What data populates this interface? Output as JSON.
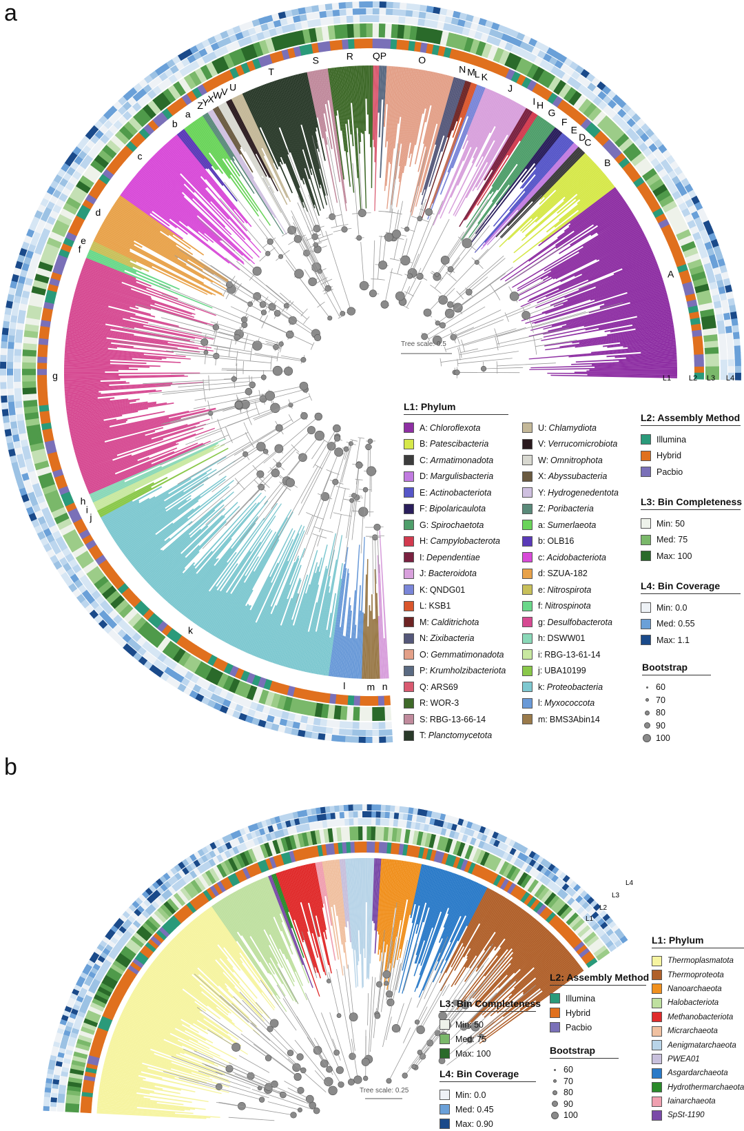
{
  "panel_a": {
    "letter": "a",
    "tree_scale": "Tree scale: 0.5",
    "ring_labels": [
      "L1",
      "L2",
      "L3",
      "L4"
    ],
    "clade_letters": [
      "A",
      "B",
      "C",
      "D",
      "E",
      "F",
      "G",
      "H",
      "I",
      "J",
      "K",
      "L",
      "M",
      "N",
      "O",
      "P",
      "Q",
      "R",
      "S",
      "T",
      "U",
      "V",
      "W",
      "X",
      "Y",
      "Z",
      "a",
      "b",
      "c",
      "d",
      "e",
      "f",
      "g",
      "h",
      "i",
      "j",
      "l",
      "m",
      "n"
    ],
    "legend_phylum": {
      "title": "L1: Phylum",
      "items": [
        {
          "code": "A:",
          "name": "Chloroflexota",
          "italic": true,
          "color": "#8e2fa3"
        },
        {
          "code": "B:",
          "name": "Patescibacteria",
          "italic": true,
          "color": "#d6e84a"
        },
        {
          "code": "C:",
          "name": "Armatimonadota",
          "italic": true,
          "color": "#3c3c3c"
        },
        {
          "code": "D:",
          "name": "Margulisbacteria",
          "italic": true,
          "color": "#c17be0"
        },
        {
          "code": "E:",
          "name": "Actinobacteriota",
          "italic": true,
          "color": "#5656c8"
        },
        {
          "code": "F:",
          "name": "Bipolaricaulota",
          "italic": true,
          "color": "#2a1e5c"
        },
        {
          "code": "G:",
          "name": "Spirochaetota",
          "italic": true,
          "color": "#4e9e6a"
        },
        {
          "code": "H:",
          "name": "Campylobacterota",
          "italic": true,
          "color": "#d23a4e"
        },
        {
          "code": "I:",
          "name": "Dependentiae",
          "italic": true,
          "color": "#7a2140"
        },
        {
          "code": "J:",
          "name": "Bacteroidota",
          "italic": true,
          "color": "#d8a0dc"
        },
        {
          "code": "K:",
          "name": "QNDG01",
          "italic": false,
          "color": "#7a86d8"
        },
        {
          "code": "L:",
          "name": "KSB1",
          "italic": false,
          "color": "#d9562c"
        },
        {
          "code": "M:",
          "name": "Calditrichota",
          "italic": true,
          "color": "#6e2424"
        },
        {
          "code": "N:",
          "name": "Zixibacteria",
          "italic": true,
          "color": "#55587a"
        },
        {
          "code": "O:",
          "name": "Gemmatimonadota",
          "italic": true,
          "color": "#e3a088"
        },
        {
          "code": "P:",
          "name": "Krumholzibacteriota",
          "italic": true,
          "color": "#5a6a82"
        },
        {
          "code": "Q:",
          "name": "ARS69",
          "italic": false,
          "color": "#d95a70"
        },
        {
          "code": "R:",
          "name": "WOR-3",
          "italic": false,
          "color": "#3f6a2a"
        },
        {
          "code": "S:",
          "name": "RBG-13-66-14",
          "italic": false,
          "color": "#c08a9c"
        },
        {
          "code": "T:",
          "name": "Planctomycetota",
          "italic": true,
          "color": "#2a3a2a"
        },
        {
          "code": "U:",
          "name": "Chlamydiota",
          "italic": true,
          "color": "#c4b898"
        },
        {
          "code": "V:",
          "name": "Verrucomicrobiota",
          "italic": true,
          "color": "#2a1a1e"
        },
        {
          "code": "W:",
          "name": "Omnitrophota",
          "italic": true,
          "color": "#d8d8d0"
        },
        {
          "code": "X:",
          "name": "Abyssubacteria",
          "italic": true,
          "color": "#6a5a40"
        },
        {
          "code": "Y:",
          "name": "Hydrogenedentota",
          "italic": true,
          "color": "#cfc0e0"
        },
        {
          "code": "Z:",
          "name": "Poribacteria",
          "italic": true,
          "color": "#5a8a7a"
        },
        {
          "code": "a:",
          "name": "Sumerlaeota",
          "italic": true,
          "color": "#6ad45a"
        },
        {
          "code": "b:",
          "name": "OLB16",
          "italic": false,
          "color": "#5a3ab8"
        },
        {
          "code": "c:",
          "name": "Acidobacteriota",
          "italic": true,
          "color": "#d84ad8"
        },
        {
          "code": "d:",
          "name": "SZUA-182",
          "italic": false,
          "color": "#e8a24a"
        },
        {
          "code": "e:",
          "name": "Nitrospirota",
          "italic": true,
          "color": "#c8c05a"
        },
        {
          "code": "f:",
          "name": "Nitrospinota",
          "italic": true,
          "color": "#6ad88a"
        },
        {
          "code": "g:",
          "name": "Desulfobacterota",
          "italic": true,
          "color": "#d64a92"
        },
        {
          "code": "h:",
          "name": "DSWW01",
          "italic": false,
          "color": "#8ad8b8"
        },
        {
          "code": "i:",
          "name": "RBG-13-61-14",
          "italic": false,
          "color": "#c8e8a0"
        },
        {
          "code": "j:",
          "name": "UBA10199",
          "italic": false,
          "color": "#8ac84a"
        },
        {
          "code": "k:",
          "name": "Proteobacteria",
          "italic": true,
          "color": "#7ec8d0"
        },
        {
          "code": "l:",
          "name": "Myxococcota",
          "italic": true,
          "color": "#6a9ad8"
        },
        {
          "code": "m:",
          "name": "BMS3Abin14",
          "italic": false,
          "color": "#9a7a4a"
        }
      ]
    },
    "legend_assembly": {
      "title": "L2: Assembly Method",
      "items": [
        {
          "name": "Illumina",
          "color": "#2a9a7a"
        },
        {
          "name": "Hybrid",
          "color": "#e0701e"
        },
        {
          "name": "Pacbio",
          "color": "#7a70b8"
        }
      ]
    },
    "legend_completeness": {
      "title": "L3: Bin Completeness",
      "items": [
        {
          "name": "Min: 50",
          "color": "#eef2ea"
        },
        {
          "name": "Med: 75",
          "color": "#7ab86a"
        },
        {
          "name": "Max: 100",
          "color": "#2a6a2a"
        }
      ]
    },
    "legend_coverage": {
      "title": "L4: Bin Coverage",
      "items": [
        {
          "name": "Min: 0.0",
          "color": "#eef2f6"
        },
        {
          "name": "Med: 0.55",
          "color": "#6aa0d8"
        },
        {
          "name": "Max: 1.1",
          "color": "#1a4a8a"
        }
      ]
    },
    "legend_bootstrap": {
      "title": "Bootstrap",
      "items": [
        "60",
        "70",
        "80",
        "90",
        "100"
      ]
    }
  },
  "panel_b": {
    "letter": "b",
    "tree_scale": "Tree scale: 0.25",
    "ring_labels": [
      "L1",
      "L2",
      "L3",
      "L4"
    ],
    "legend_phylum": {
      "title": "L1: Phylum",
      "items": [
        {
          "name": "Thermoplasmatota",
          "color": "#f6f4a0"
        },
        {
          "name": "Thermoproteota",
          "color": "#b0602a"
        },
        {
          "name": "Nanoarchaeota",
          "color": "#f0901e"
        },
        {
          "name": "Halobacteriota",
          "color": "#bfe0a0"
        },
        {
          "name": "Methanobacteriota",
          "color": "#e02a2a"
        },
        {
          "name": "Micrarchaeota",
          "color": "#f0c0a0"
        },
        {
          "name": "Aenigmatarchaeota",
          "color": "#b8d4e8"
        },
        {
          "name": "PWEA01",
          "color": "#c8c0dc"
        },
        {
          "name": "Asgardarchaeota",
          "color": "#2a7ac8"
        },
        {
          "name": "Hydrothermarchaeota",
          "color": "#2a8a2a"
        },
        {
          "name": "Iainarchaeota",
          "color": "#f0a0b0"
        },
        {
          "name": "SpSt-1190",
          "color": "#7a4aa8"
        }
      ]
    },
    "legend_assembly": {
      "title": "L2: Assembly Method",
      "items": [
        {
          "name": "Illumina",
          "color": "#2a9a7a"
        },
        {
          "name": "Hybrid",
          "color": "#e0701e"
        },
        {
          "name": "Pacbio",
          "color": "#7a70b8"
        }
      ]
    },
    "legend_completeness": {
      "title": "L3: Bin Completeness",
      "items": [
        {
          "name": "Min: 50",
          "color": "#eef2ea"
        },
        {
          "name": "Med: 75",
          "color": "#7ab86a"
        },
        {
          "name": "Max: 100",
          "color": "#2a6a2a"
        }
      ]
    },
    "legend_coverage": {
      "title": "L4: Bin Coverage",
      "items": [
        {
          "name": "Min: 0.0",
          "color": "#eef2f6"
        },
        {
          "name": "Med: 0.45",
          "color": "#6aa0d8"
        },
        {
          "name": "Max: 0.90",
          "color": "#1a4a8a"
        }
      ]
    },
    "legend_bootstrap": {
      "title": "Bootstrap",
      "items": [
        "60",
        "70",
        "80",
        "90",
        "100"
      ]
    }
  }
}
